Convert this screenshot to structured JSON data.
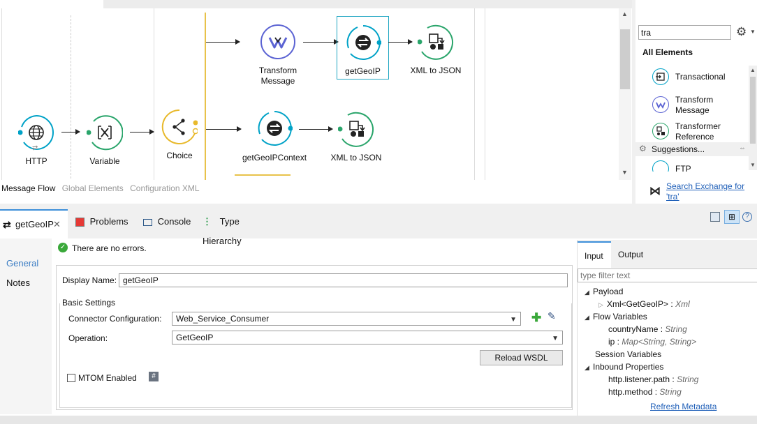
{
  "canvas": {
    "nodes": {
      "http": "HTTP",
      "variable": "Variable",
      "choice": "Choice",
      "transform_line1": "Transform",
      "transform_line2": "Message",
      "getgeoip": "getGeoIP",
      "xml_to_json_1": "XML to JSON",
      "getgeoipcontext": "getGeoIPContext",
      "xml_to_json_2": "XML to JSON"
    },
    "tabs": [
      "Message Flow",
      "Global Elements",
      "Configuration XML"
    ]
  },
  "palette": {
    "search_value": "tra",
    "section_title": "All Elements",
    "items": [
      {
        "line1": "Transactional",
        "line2": ""
      },
      {
        "line1": "Transform",
        "line2": "Message"
      },
      {
        "line1": "Transformer",
        "line2": "Reference"
      }
    ],
    "suggestions_label": "Suggestions...",
    "partial_item": "FTP",
    "exchange_link_line1": "Search Exchange for",
    "exchange_link_line2": "'tra'"
  },
  "editor": {
    "tabs": {
      "active": "getGeoIP",
      "problems": "Problems",
      "console": "Console",
      "type_hierarchy": "Type Hierarchy"
    },
    "side_nav": [
      "General",
      "Notes"
    ],
    "status": "There are no errors.",
    "display_name_label": "Display Name:",
    "display_name_value": "getGeoIP",
    "basic_settings_title": "Basic Settings",
    "connector_label": "Connector Configuration:",
    "connector_value": "Web_Service_Consumer",
    "operation_label": "Operation:",
    "operation_value": "GetGeoIP",
    "reload_button": "Reload WSDL",
    "mtom_label": "MTOM Enabled",
    "mtom_checked": false
  },
  "metadata": {
    "tabs": [
      "Input",
      "Output"
    ],
    "filter_placeholder": "type filter text",
    "tree": {
      "payload": "Payload",
      "payload_child_name": "Xml<GetGeoIP>",
      "payload_child_sep": " : ",
      "payload_child_type": "Xml",
      "flow_variables": "Flow Variables",
      "fv1_name": "countryName",
      "fv1_type": "String",
      "fv2_name": "ip",
      "fv2_type": "Map<String, String>",
      "session_variables": "Session Variables",
      "inbound_properties": "Inbound Properties",
      "ip1_name": "http.listener.path",
      "ip1_type": "String",
      "ip2_name": "http.method",
      "ip2_type": "String"
    },
    "refresh_link": "Refresh Metadata"
  },
  "colors": {
    "connector_teal": "#00a2c7",
    "transform_purple": "#5b63d3",
    "core_green": "#2aa56b",
    "choice_yellow": "#e8b92b",
    "link_blue": "#1f5fb8",
    "tab_accent": "#3d8fd9"
  }
}
